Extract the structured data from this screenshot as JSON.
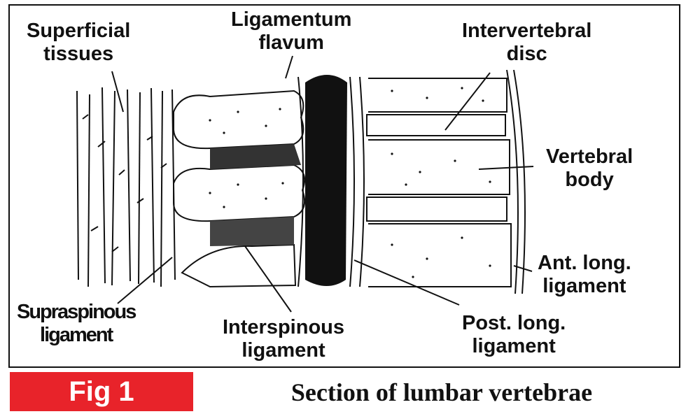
{
  "labels": {
    "superficial_tissues": [
      "Superficial",
      "tissues"
    ],
    "ligamentum_flavum": [
      "Ligamentum",
      "flavum"
    ],
    "intervertebral_disc": [
      "Intervertebral",
      "disc"
    ],
    "vertebral_body": [
      "Vertebral",
      "body"
    ],
    "ant_long_ligament": [
      "Ant. long.",
      "ligament"
    ],
    "supraspinous_ligament": [
      "Supraspinous",
      "ligament"
    ],
    "interspinous_ligament": [
      "Interspinous",
      "ligament"
    ],
    "post_long_ligament": [
      "Post. long.",
      "ligament"
    ]
  },
  "figure": {
    "tag": "Fig 1",
    "caption": "Section of lumbar vertebrae",
    "tag_color": "#e8232a"
  }
}
